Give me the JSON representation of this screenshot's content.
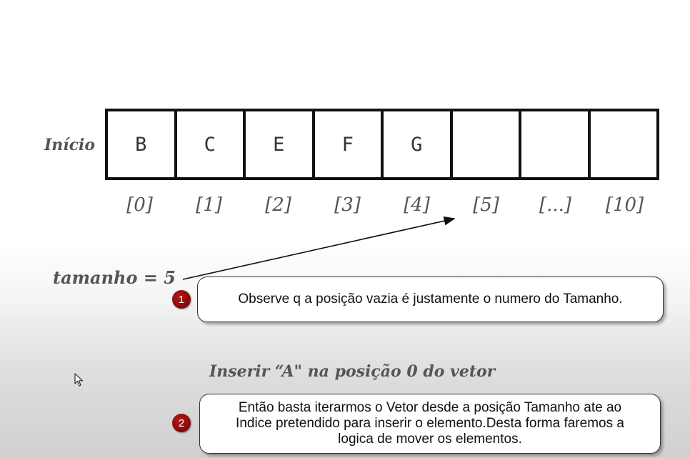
{
  "inicio_label": "Início",
  "array_cells": [
    "B",
    "C",
    "E",
    "F",
    "G",
    "",
    "",
    ""
  ],
  "indices": [
    "[0]",
    "[1]",
    "[2]",
    "[3]",
    "[4]",
    "[5]",
    "[...]",
    "[10]"
  ],
  "tamanho_label": "tamanho = 5",
  "inserir_label": "Inserir “A\" na posição 0 do vetor",
  "callout_1": {
    "badge": "1",
    "text": "Observe q a posição vazia é justamente o numero do Tamanho."
  },
  "callout_2": {
    "badge": "2",
    "text": "Então basta iterarmos o Vetor desde a posição Tamanho ate ao Indice pretendido para inserir o elemento.Desta forma faremos a logica de mover os elementos."
  },
  "colors": {
    "badge": "#8b0000",
    "cell_border": "#111111",
    "label_text": "#555555"
  },
  "icons": [
    "arrow-pointer",
    "mouse-cursor-icon"
  ]
}
